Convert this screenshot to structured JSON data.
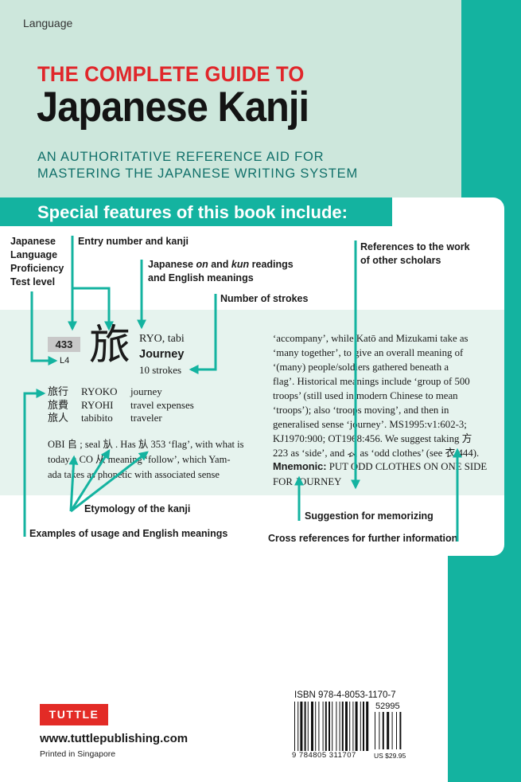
{
  "cover": {
    "category": "Language",
    "series": "THE COMPLETE GUIDE TO",
    "title": "Japanese Kanji",
    "subtitle_line1": "AN AUTHORITATIVE REFERENCE AID FOR",
    "subtitle_line2": "MASTERING THE JAPANESE WRITING SYSTEM",
    "features_heading": "Special features of this book include:"
  },
  "labels": {
    "jlpt_1": "Japanese",
    "jlpt_2": "Language",
    "jlpt_3": "Proficiency",
    "jlpt_4": "Test level",
    "entry": "Entry number and kanji",
    "readings_1a": "Japanese ",
    "readings_on": "on",
    "readings_1b": " and ",
    "readings_kun": "kun",
    "readings_1c": " readings",
    "readings_2": "and English meanings",
    "strokes": "Number of strokes",
    "refs_1": "References to the work",
    "refs_2": "of other scholars",
    "etymology": "Etymology of the kanji",
    "examples": "Examples of usage and English meanings",
    "mnemonic_hint": "Suggestion for memorizing",
    "crossref": "Cross references for further information"
  },
  "sample": {
    "entry_number": "433",
    "level": "L4",
    "kanji": "旅",
    "reading": "RYO, tabi",
    "meaning": "Journey",
    "strokes": "10 strokes",
    "examples": [
      {
        "kanji": "旅行",
        "romaji": "RYOKO",
        "english": "journey"
      },
      {
        "kanji": "旅費",
        "romaji": "RYOHI",
        "english": "travel expenses"
      },
      {
        "kanji": "旅人",
        "romaji": "tabibito",
        "english": "traveler"
      }
    ],
    "etymology_1": "OBI 𠂤 ; seal 㫃 . Has 㫃 353 ‘flag’, with what is",
    "etymology_2": "today a CO 从 meaning ‘follow’, which Yam-",
    "etymology_3": "ada takes as phonetic with associated sense",
    "right_1": "‘accompany’, while Katō and Mizukami take as",
    "right_2": "‘many together’, to give an overall meaning of",
    "right_3": "‘(many) people/soldiers gathered beneath a",
    "right_4": "flag’. Historical meanings include ‘group of 500",
    "right_5": "troops’ (still used in modern Chinese to mean",
    "right_6": "‘troops’); also ‘troops moving’, and then in",
    "right_7": "generalised sense ‘journey’. MS1995:v1:602-3;",
    "right_8": "KJ1970:900; OT1968:456. We suggest taking 方",
    "right_9": "223 as ‘side’, and 𧘇 as ‘odd clothes’ (see 衣 444).",
    "mnemonic_label": "Mnemonic:",
    "mnemonic_text": " PUT ODD CLOTHES ON ONE SIDE",
    "mnemonic_text_2": "FOR JOURNEY"
  },
  "publisher": {
    "logo": "TUTTLE",
    "website": "www.tuttlepublishing.com",
    "printed": "Printed in Singapore",
    "isbn": "ISBN 978-4-8053-1170-7",
    "price_code": "52995",
    "barcode_digits": "9 784805 311707",
    "price": "US $29.95"
  },
  "colors": {
    "teal": "#14b3a0",
    "mint": "#cde7dc",
    "red": "#e0272b",
    "dark_teal": "#11706a"
  }
}
